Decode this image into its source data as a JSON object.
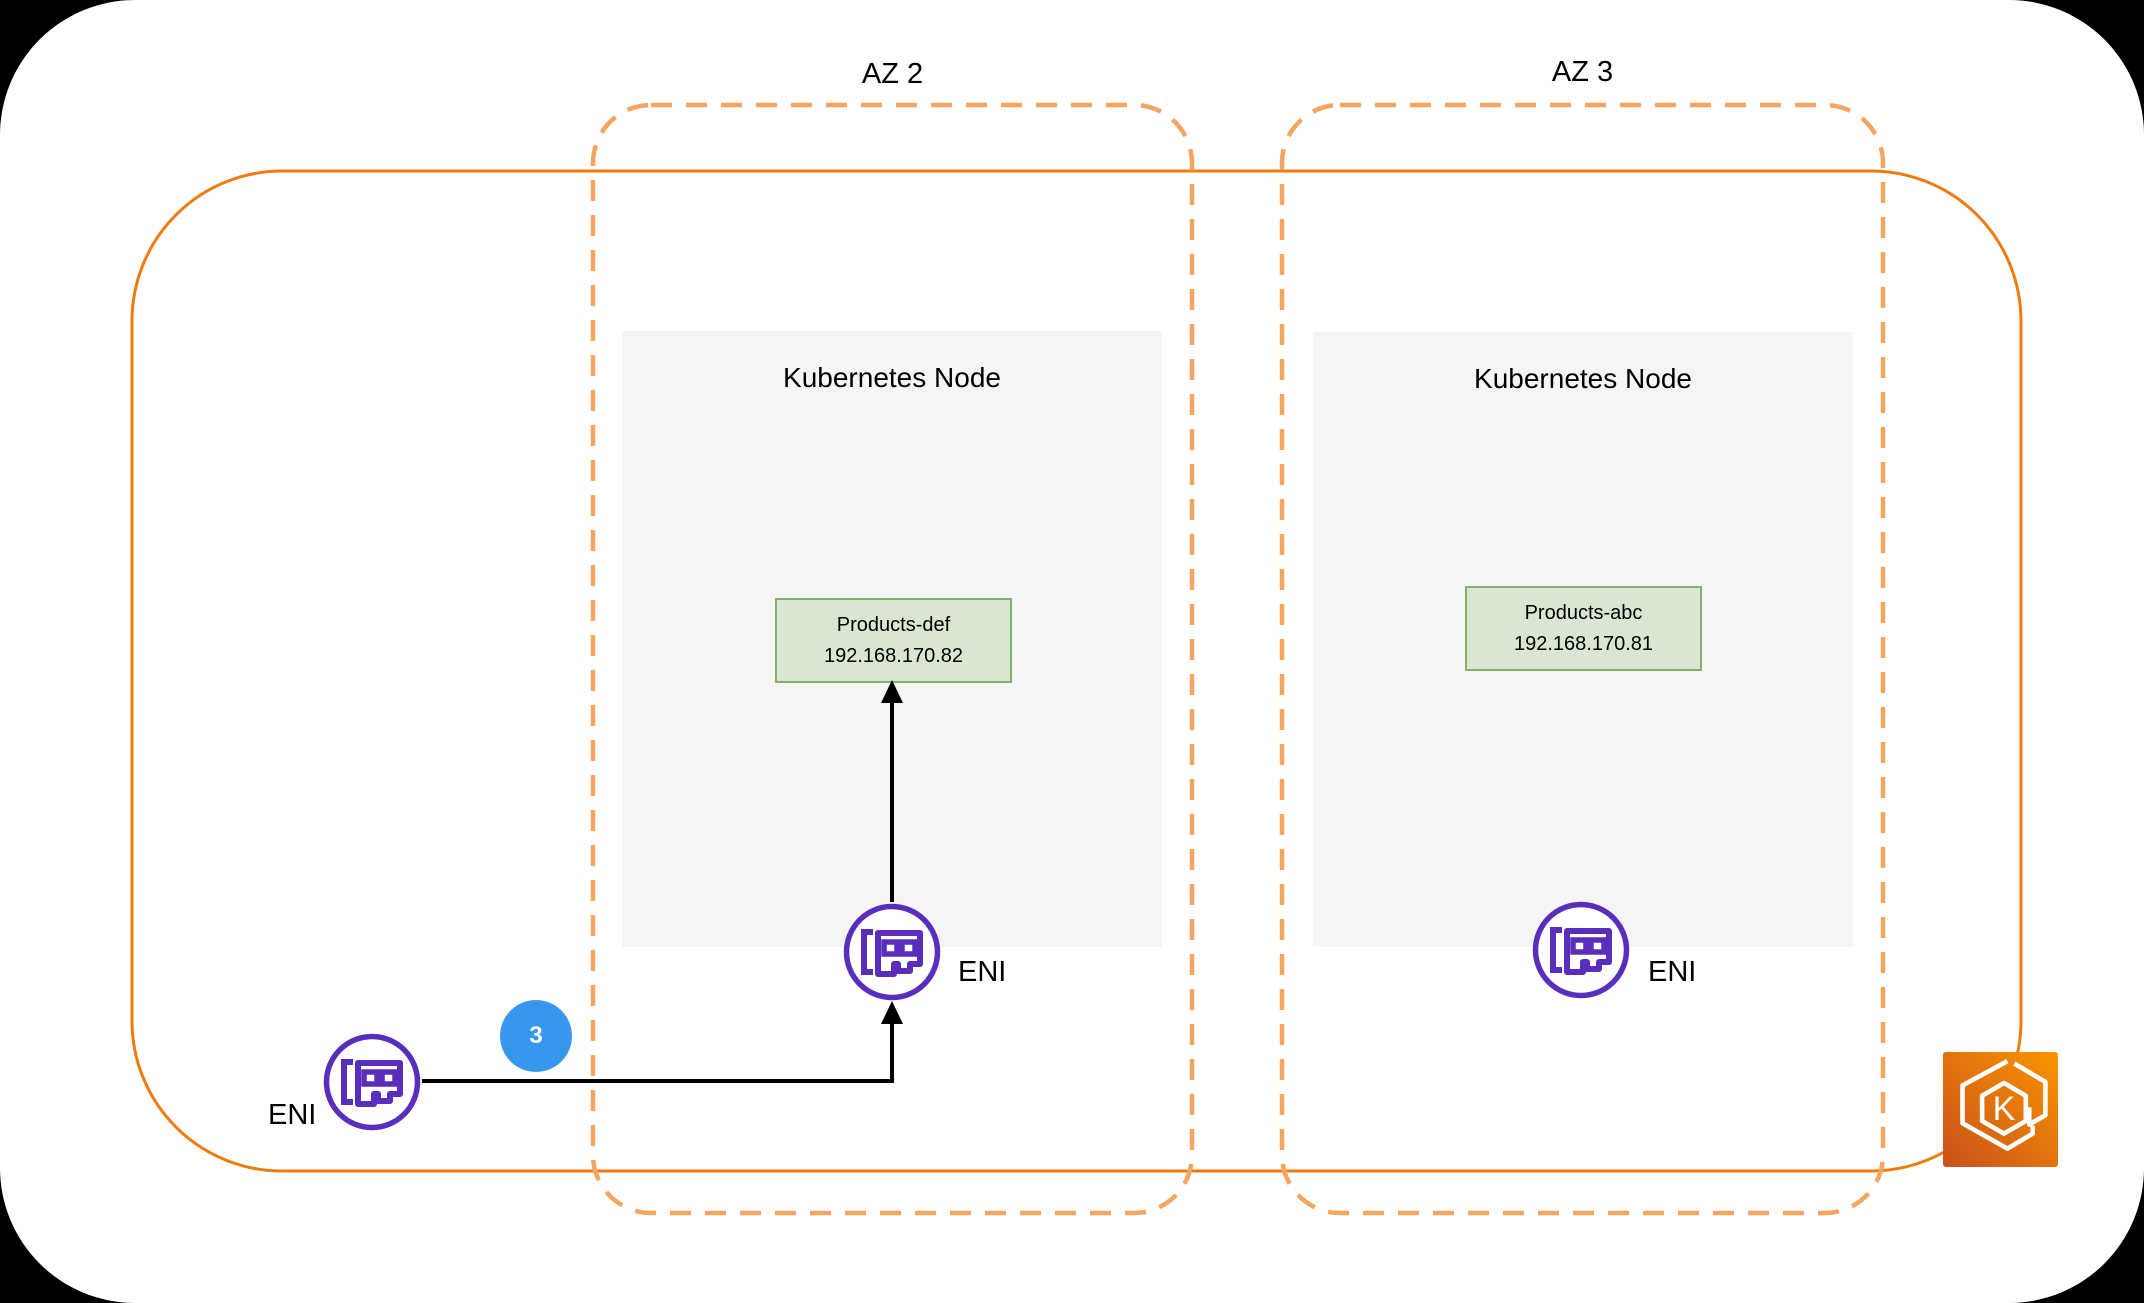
{
  "diagram": {
    "azs": [
      {
        "label": "AZ 2"
      },
      {
        "label": "AZ 3"
      }
    ],
    "nodes": [
      {
        "title": "Kubernetes Node",
        "pod": {
          "name": "Products-def",
          "ip": "192.168.170.82"
        }
      },
      {
        "title": "Kubernetes Node",
        "pod": {
          "name": "Products-abc",
          "ip": "192.168.170.81"
        }
      }
    ],
    "enis": [
      {
        "label": "ENI"
      },
      {
        "label": "ENI"
      },
      {
        "label": "ENI"
      }
    ],
    "step_badge": "3",
    "eks_letter": "K",
    "icons": {
      "eni": "network-interface-icon",
      "eks": "eks-kubernetes-icon"
    },
    "colors": {
      "vpc_border": "#ef7b0d",
      "az_border": "#f5a55f",
      "eni_purple": "#5a2ebc",
      "pod_fill": "#d9e7d2",
      "pod_border": "#84b168",
      "node_fill": "#f5f5f5",
      "badge_blue": "#3598ec",
      "arrow_black": "#000000",
      "eks_gradient_start": "#f99500",
      "eks_gradient_end": "#c8511b"
    }
  }
}
